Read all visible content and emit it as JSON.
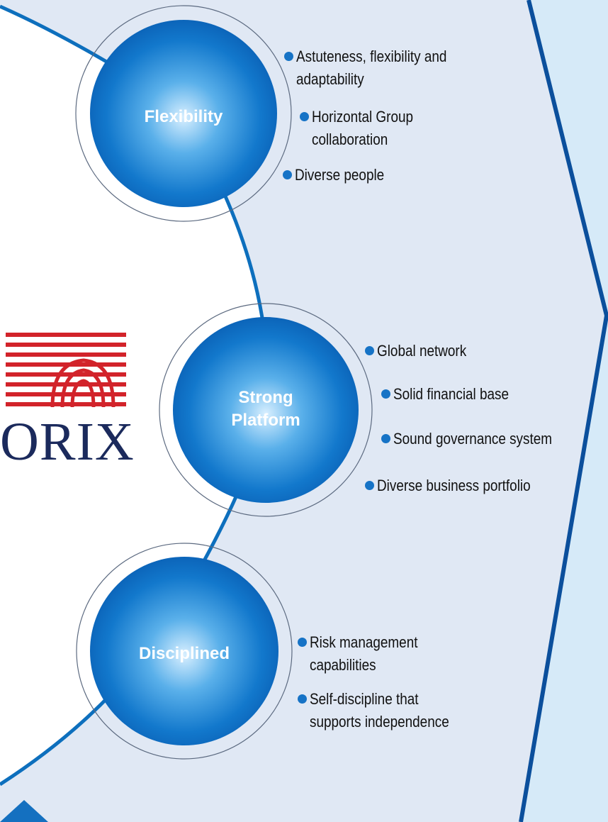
{
  "brand": {
    "wordmark": "ORIX",
    "stripe_color": "#d2232a",
    "wordmark_color": "#1b2a5c"
  },
  "colors": {
    "panel": "#e0e8f4",
    "right_panel": "#d6eaf8",
    "wave_line": "#0d6fbd",
    "sphere_center": "#d8efff",
    "sphere_edge": "#0a5fb4",
    "bullet_dot": "#1673c6"
  },
  "nodes": [
    {
      "id": "flexibility",
      "label": "Flexibility",
      "items": [
        "Astuteness, flexibility and\nadaptability",
        "Horizontal Group\ncollaboration",
        "Diverse people"
      ]
    },
    {
      "id": "strong-platform",
      "label": "Strong\nPlatform",
      "items": [
        "Global network",
        "Solid financial base",
        "Sound governance system",
        "Diverse business portfolio"
      ]
    },
    {
      "id": "disciplined",
      "label": "Disciplined",
      "items": [
        "Risk management\ncapabilities",
        "Self-discipline that\nsupports independence"
      ]
    }
  ]
}
